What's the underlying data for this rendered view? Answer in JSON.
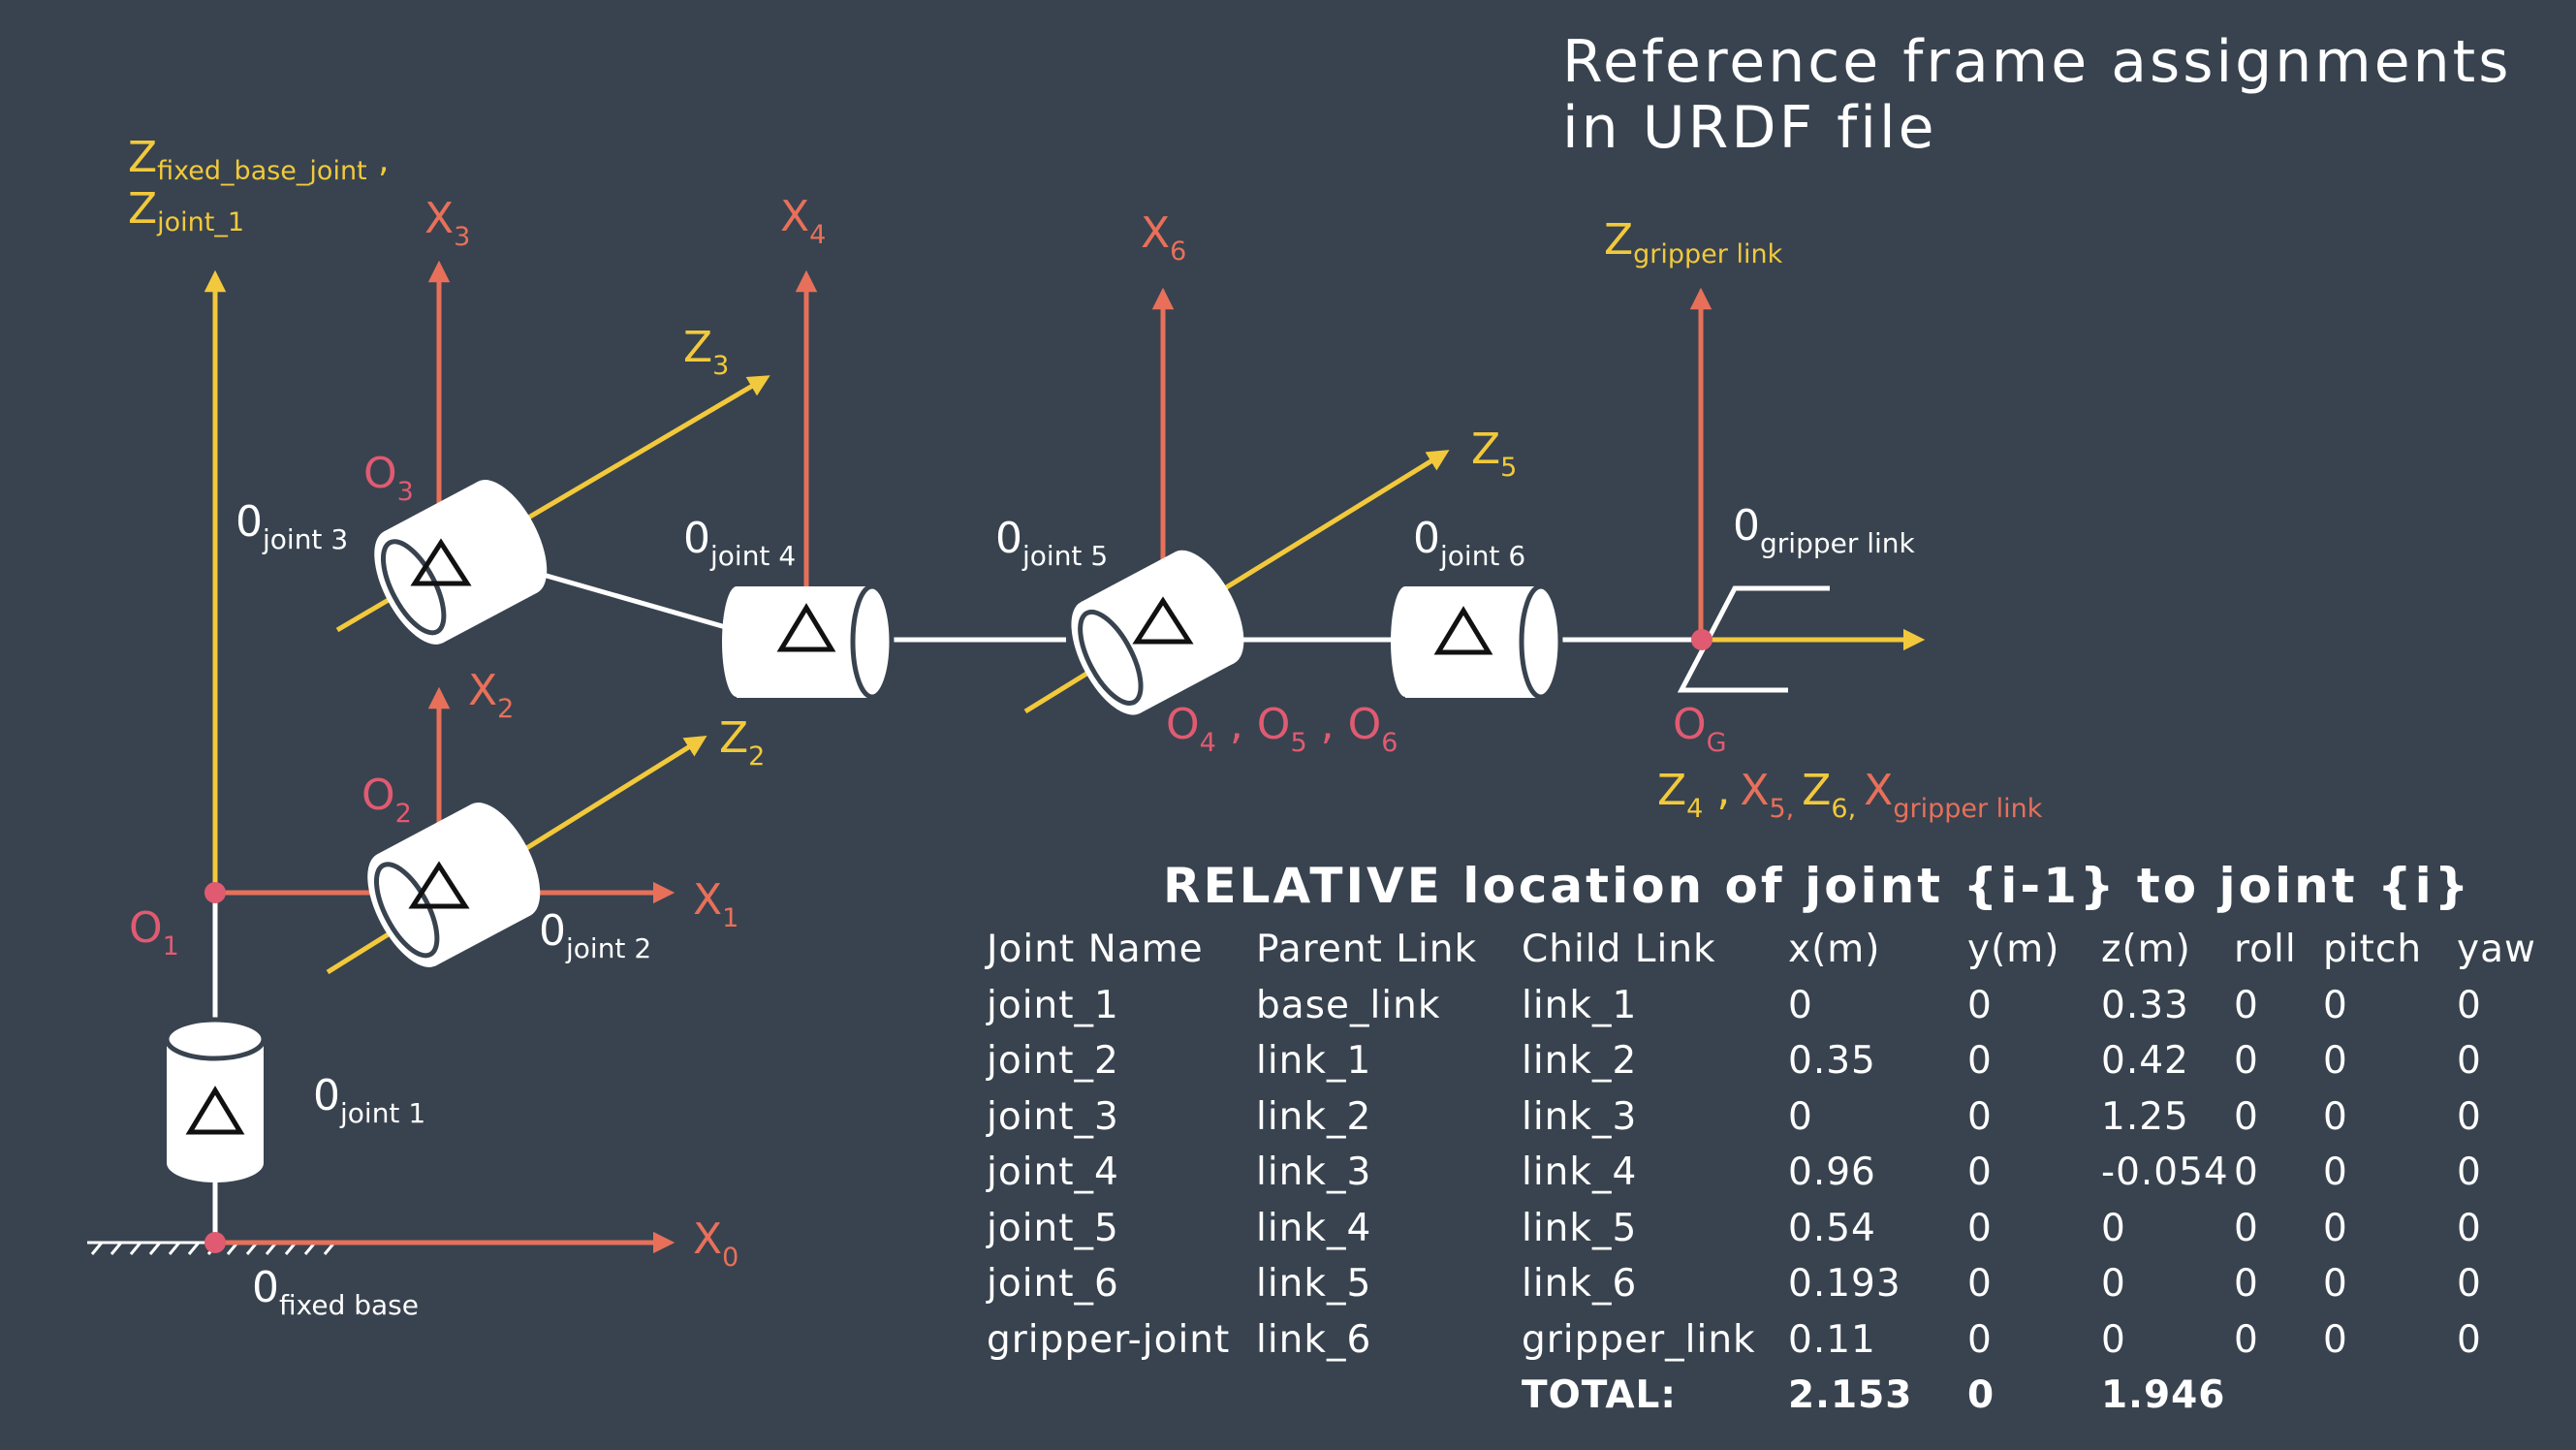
{
  "title_lines": [
    "Reference frame assignments",
    "in URDF file"
  ],
  "colors": {
    "background": "#38434f",
    "yellow": "#f2c93c",
    "orange": "#e8705a",
    "pink": "#e05b72",
    "white": "#ffffff"
  },
  "diagram": {
    "axes": {
      "z_fixed": {
        "main": "Z",
        "sub": "fixed_base_joint",
        "suffix": " ,"
      },
      "z_joint1": {
        "main": "Z",
        "sub": "joint_1"
      },
      "x3": {
        "main": "X",
        "sub": "3"
      },
      "x4": {
        "main": "X",
        "sub": "4"
      },
      "x6": {
        "main": "X",
        "sub": "6"
      },
      "z_gripper": {
        "main": "Z",
        "sub": "gripper link"
      },
      "z3": {
        "main": "Z",
        "sub": "3"
      },
      "z5": {
        "main": "Z",
        "sub": "5"
      },
      "x2": {
        "main": "X",
        "sub": "2"
      },
      "z2": {
        "main": "Z",
        "sub": "2"
      },
      "x1": {
        "main": "X",
        "sub": "1"
      },
      "x0": {
        "main": "X",
        "sub": "0"
      }
    },
    "origins": {
      "o1": {
        "main": "O",
        "sub": "1"
      },
      "o2": {
        "main": "O",
        "sub": "2"
      },
      "o3": {
        "main": "O",
        "sub": "3"
      },
      "og": {
        "main": "O",
        "sub": "G"
      },
      "o456": [
        {
          "main": "O",
          "sub": "4"
        },
        {
          "main": "O",
          "sub": "5"
        },
        {
          "main": "O",
          "sub": "6"
        }
      ]
    },
    "joint_labels": {
      "joint3": {
        "main": "0",
        "sub": "joint 3"
      },
      "joint4": {
        "main": "0",
        "sub": "joint 4"
      },
      "joint5": {
        "main": "0",
        "sub": "joint 5"
      },
      "joint6": {
        "main": "0",
        "sub": "joint 6"
      },
      "gripper": {
        "main": "0",
        "sub": "gripper link"
      },
      "joint2": {
        "main": "0",
        "sub": "joint 2"
      },
      "joint1": {
        "main": "0",
        "sub": "joint 1"
      },
      "fixed": {
        "main": "0",
        "sub": "fixed base"
      }
    },
    "bottom_axes": [
      {
        "main": "Z",
        "sub": "4",
        "sep": " ,",
        "color": "yellow"
      },
      {
        "main": "X",
        "sub": "5,",
        "sep": "",
        "color": "orange"
      },
      {
        "main": "Z",
        "sub": "6,",
        "sep": "",
        "color": "yellow"
      },
      {
        "main": "X",
        "sub": "gripper link",
        "sep": "",
        "color": "orange"
      }
    ]
  },
  "table": {
    "title": "RELATIVE location of joint {i-1} to joint {i}",
    "headers": [
      "Joint Name",
      "Parent Link",
      "Child Link",
      "x(m)",
      "y(m)",
      "z(m)",
      "roll",
      "pitch",
      "yaw"
    ],
    "rows": [
      [
        "joint_1",
        "base_link",
        "link_1",
        "0",
        "0",
        "0.33",
        "0",
        "0",
        "0"
      ],
      [
        "joint_2",
        "link_1",
        "link_2",
        "0.35",
        "0",
        "0.42",
        "0",
        "0",
        "0"
      ],
      [
        "joint_3",
        "link_2",
        "link_3",
        "0",
        "0",
        "1.25",
        "0",
        "0",
        "0"
      ],
      [
        "joint_4",
        "link_3",
        "link_4",
        "0.96",
        "0",
        "-0.054",
        "0",
        "0",
        "0"
      ],
      [
        "joint_5",
        "link_4",
        "link_5",
        "0.54",
        "0",
        "0",
        "0",
        "0",
        "0"
      ],
      [
        "joint_6",
        "link_5",
        "link_6",
        "0.193",
        "0",
        "0",
        "0",
        "0",
        "0"
      ],
      [
        "gripper-joint",
        "link_6",
        "gripper_link",
        "0.11",
        "0",
        "0",
        "0",
        "0",
        "0"
      ]
    ],
    "total": {
      "label": "TOTAL:",
      "x": "2.153",
      "y": "0",
      "z": "1.946"
    }
  }
}
